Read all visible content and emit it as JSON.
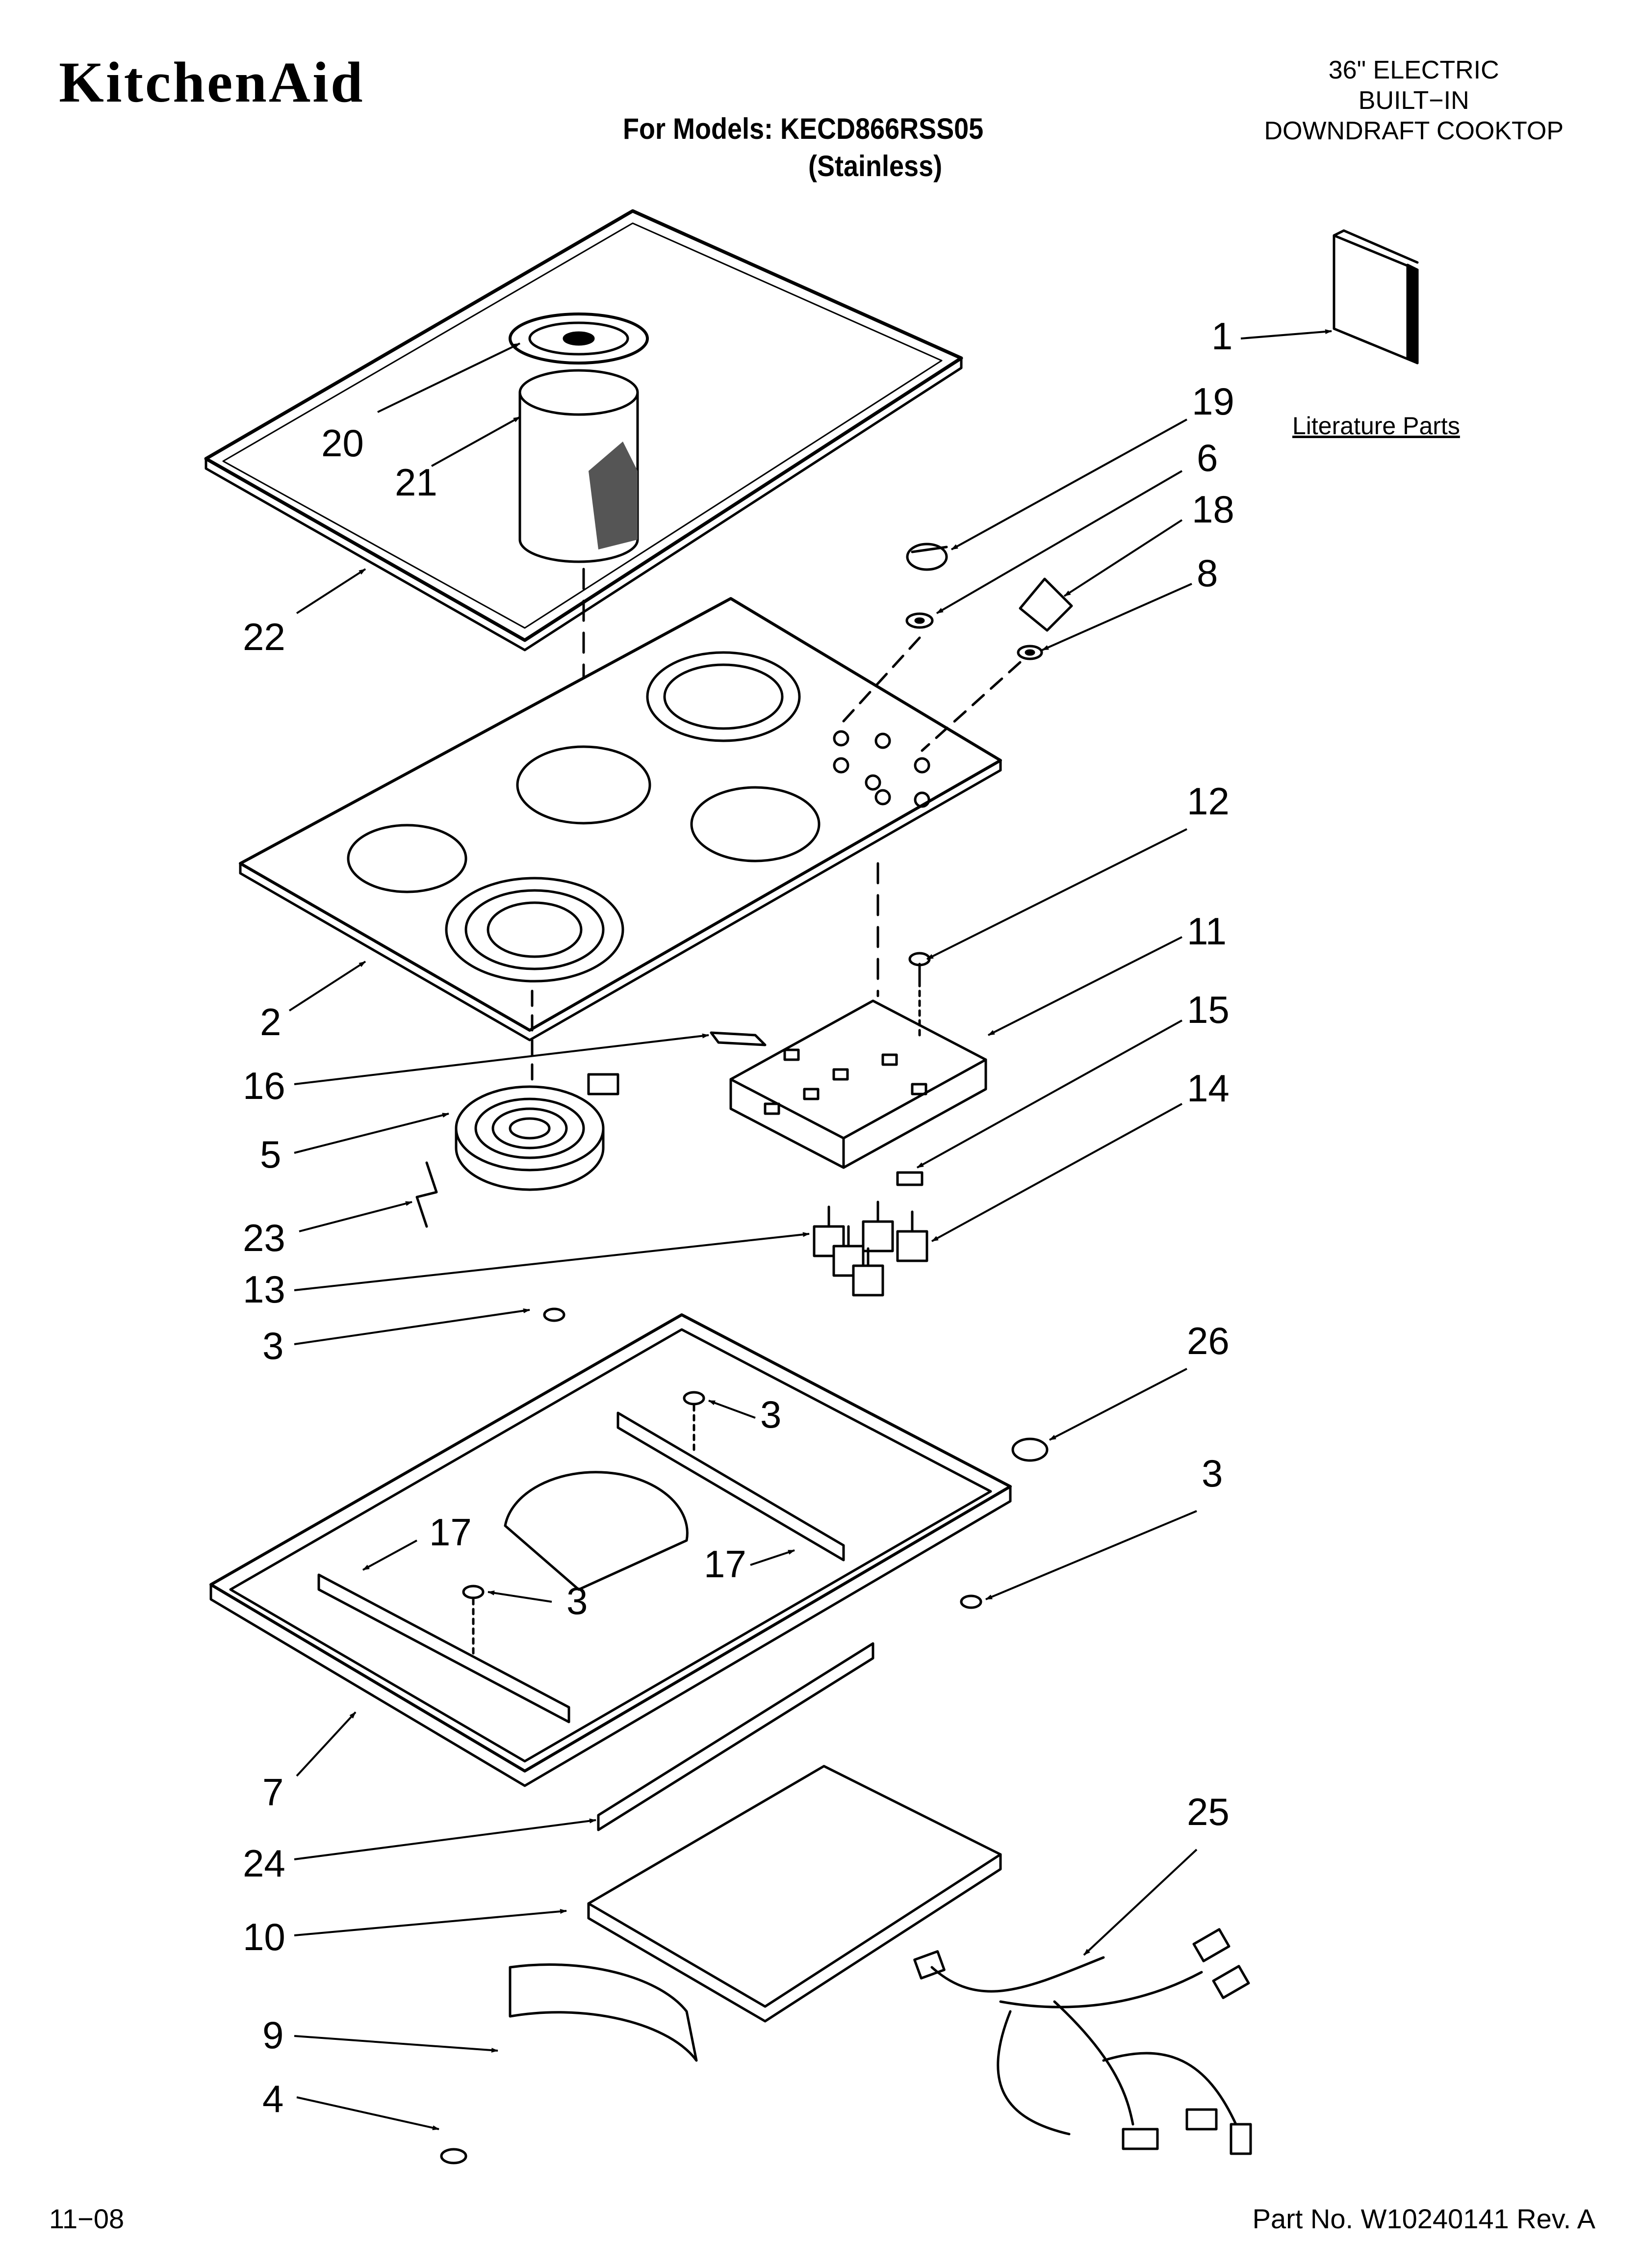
{
  "header": {
    "brand": "KitchenAid",
    "models_line": "For Models: KECD866RSS05",
    "models_finish": "(Stainless)",
    "product_line1": "36\" ELECTRIC",
    "product_line2": "BUILT−IN",
    "product_line3": "DOWNDRAFT COOKTOP"
  },
  "literature_label": "Literature Parts",
  "callouts": [
    "1",
    "19",
    "6",
    "18",
    "8",
    "20",
    "21",
    "22",
    "12",
    "11",
    "15",
    "14",
    "2",
    "16",
    "5",
    "23",
    "13",
    "3",
    "26",
    "3",
    "3",
    "3",
    "17",
    "17",
    "7",
    "24",
    "25",
    "10",
    "9",
    "4"
  ],
  "footer": {
    "date": "11−08",
    "part_number": "Part No. W10240141 Rev. A"
  }
}
